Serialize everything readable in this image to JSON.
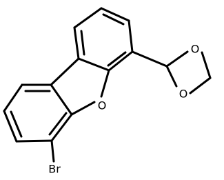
{
  "molecule": {
    "atoms": [
      {
        "id": "furan_O",
        "label": "O"
      },
      {
        "id": "dioxolane_O_top",
        "label": "O"
      },
      {
        "id": "dioxolane_O_bottom",
        "label": "O"
      },
      {
        "id": "bromine",
        "label": "Br"
      }
    ]
  }
}
